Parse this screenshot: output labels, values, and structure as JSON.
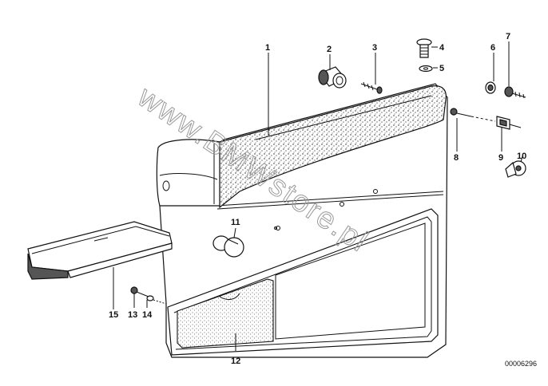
{
  "callouts": [
    "1",
    "2",
    "3",
    "4",
    "5",
    "6",
    "7",
    "8",
    "9",
    "10",
    "11",
    "12",
    "13",
    "14",
    "15"
  ],
  "diagram_code": "00006296",
  "watermark": "www.BMWstore.pl"
}
